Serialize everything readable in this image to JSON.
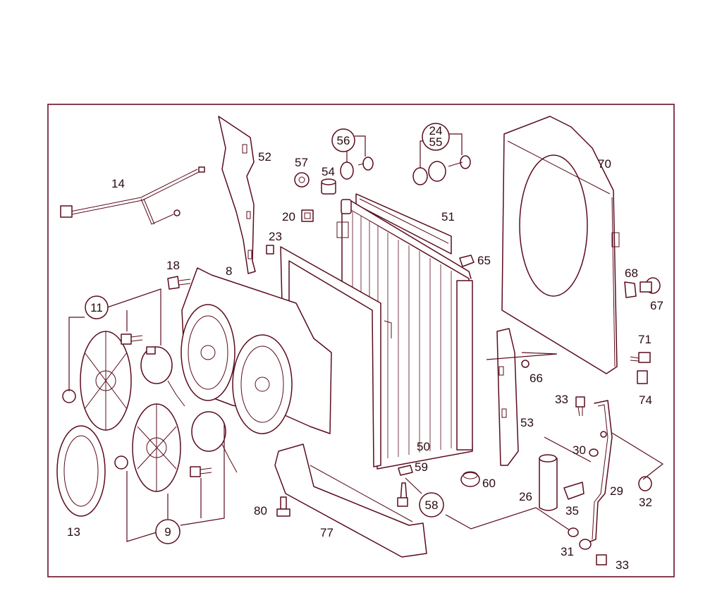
{
  "labels": {
    "l14": "14",
    "l52": "52",
    "l57": "57",
    "l54": "54",
    "l56": "56",
    "l24": "24",
    "l55": "55",
    "l70": "70",
    "l20": "20",
    "l51": "51",
    "l23": "23",
    "l65": "65",
    "l18": "18",
    "l8": "8",
    "l68": "68",
    "l67": "67",
    "l11": "11",
    "l71": "71",
    "l66": "66",
    "l74": "74",
    "l33a": "33",
    "l53": "53",
    "l50": "50",
    "l30": "30",
    "l59": "59",
    "l29": "29",
    "l60": "60",
    "l26": "26",
    "l32": "32",
    "l58": "58",
    "l80": "80",
    "l35": "35",
    "l13": "13",
    "l9": "9",
    "l77": "77",
    "l31": "31",
    "l33b": "33"
  },
  "colors": {
    "line": "#5a0c1d",
    "text": "#2a0a10",
    "frame": "#6b0f24"
  }
}
